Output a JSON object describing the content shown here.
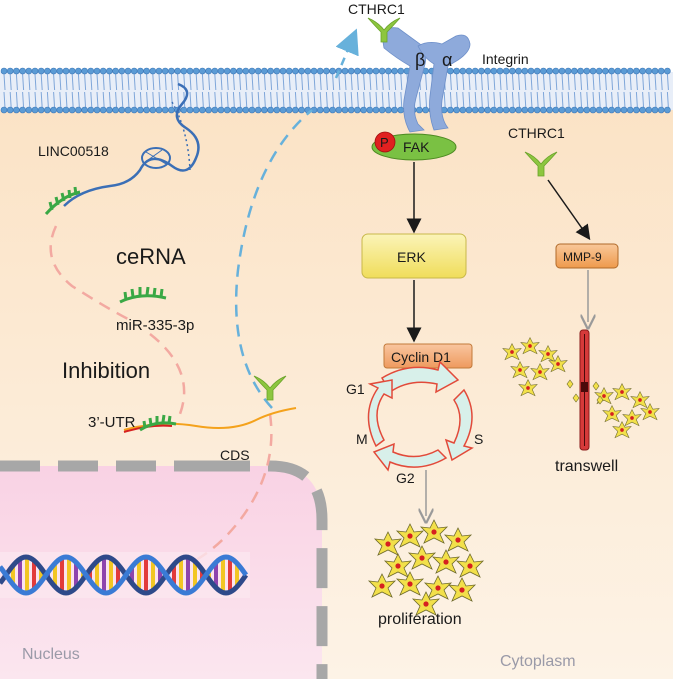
{
  "labels": {
    "cthrc1_top": "CTHRC1",
    "beta": "β",
    "alpha": "α",
    "integrin": "Integrin",
    "p": "P",
    "fak": "FAK",
    "cthrc1_right": "CTHRC1",
    "linc": "LINC00518",
    "cerna": "ceRNA",
    "mir": "miR-335-3p",
    "inhibition": "Inhibition",
    "utr": "3’-UTR",
    "cds": "CDS",
    "erk": "ERK",
    "mmp9": "MMP-9",
    "cyclin": "Cyclin D1",
    "g1": "G1",
    "m": "M",
    "s": "S",
    "g2": "G2",
    "transwell": "transwell",
    "proliferation": "proliferation",
    "nucleus": "Nucleus",
    "cytoplasm": "Cytoplasm"
  },
  "colors": {
    "membrane_head": "#5b9bd5",
    "integrin": "#8eaadb",
    "fak": "#7ac143",
    "phospho": "#e02020",
    "erk_box": "#f5e87a",
    "mmp9_box": "#f4a460",
    "cyclin_box": "#f4b183",
    "nucleus": "#f8d7e6",
    "cthrc1": "#8dc63f",
    "mirna": "#3aa845",
    "mrna": "#f4a21c"
  }
}
